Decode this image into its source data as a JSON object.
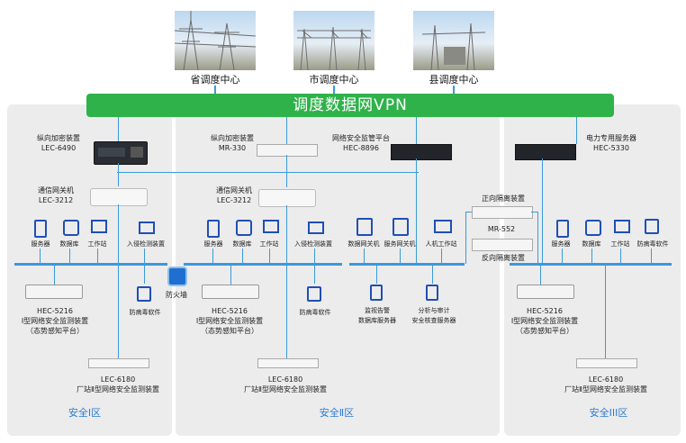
{
  "top_centers": [
    {
      "label": "省调度中心"
    },
    {
      "label": "市调度中心"
    },
    {
      "label": "县调度中心"
    }
  ],
  "vpn_label": "调度数据网VPN",
  "zone1": {
    "title": "安全Ⅰ区",
    "encrypt": "纵向加密装置\nLEC-6490",
    "gateway": "通信网关机\nLEC-3212",
    "icons": [
      "服务器",
      "数据库",
      "工作站",
      "入侵检测装置"
    ],
    "monitor": "HEC-5216\nⅠ型网络安全监测装置\n（态势感知平台）",
    "antivirus": "防病毒软件",
    "plant": "LEC-6180\n厂站Ⅱ型网络安全监测装置"
  },
  "firewall": "防火墙",
  "zone2": {
    "title": "安全Ⅱ区",
    "encrypt": "纵向加密装置\nMR-330",
    "gateway": "通信网关机\nLEC-3212",
    "icons": [
      "服务器",
      "数据库",
      "工作站",
      "入侵检测装置"
    ],
    "monitor": "HEC-5216\nⅠ型网络安全监测装置\n（态势感知平台）",
    "antivirus": "防病毒软件",
    "plant": "LEC-6180\n厂站Ⅱ型网络安全监测装置"
  },
  "center": {
    "platform": "网络安全监管平台\nHEC-8896",
    "icons": [
      "数据网关机",
      "服务网关机",
      "人机工作站"
    ],
    "alarm": "监视告警\n数据库服务器",
    "audit": "分析与审计\n安全核查服务器",
    "forward": "正向隔离装置",
    "mr552": "MR-552",
    "reverse": "反向隔离装置"
  },
  "zone3": {
    "title": "安全III区",
    "server": "电力专用服务器\nHEC-5330",
    "icons": [
      "服务器",
      "数据库",
      "工作站",
      "防病毒软件"
    ],
    "monitor": "HEC-5216\nⅠ型网络安全监测装置\n（态势感知平台）",
    "plant": "LEC-6180\n厂站Ⅱ型网络安全监测装置"
  }
}
